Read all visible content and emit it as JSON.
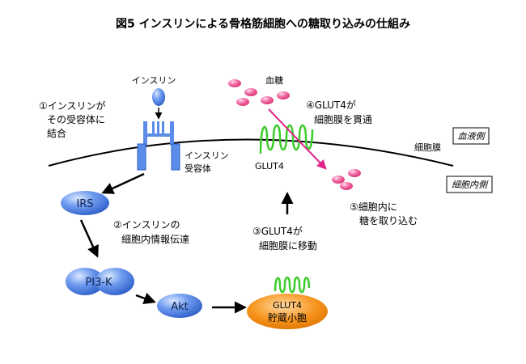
{
  "title": "図5 インスリンによる骨格筋細胞への糖取り込みの仕組み",
  "labels": {
    "insulin": "インスリン",
    "blood_sugar": "血糖",
    "step1_line1": "①インスリンが",
    "step1_line2": "その受容体に",
    "step1_line3": "結合",
    "step4_line1": "④GLUT4が",
    "step4_line2": "細胞膜を貫通",
    "cell_membrane": "細胞膜",
    "blood_side": "血液側",
    "receptor_line1": "インスリン",
    "receptor_line2": "受容体",
    "glut4": "GLUT4",
    "cell_inside": "細胞内側",
    "irs": "IRS",
    "step2_line1": "②インスリンの",
    "step2_line2": "細胞内情報伝達",
    "step3_line1": "③GLUT4が",
    "step3_line2": "細胞膜に移動",
    "step5_line1": "⑤細胞内に",
    "step5_line2": "糖を取り込む",
    "pi3k": "PI3-K",
    "akt": "Akt",
    "vesicle_line1": "GLUT4",
    "vesicle_line2": "貯蔵小胞"
  },
  "colors": {
    "node_blue": "#5b8de8",
    "glut_green": "#3ccc2a",
    "sugar_pink": "#f06aa0",
    "vesicle_orange": "#f7941d",
    "arrow_magenta": "#e0258a"
  }
}
